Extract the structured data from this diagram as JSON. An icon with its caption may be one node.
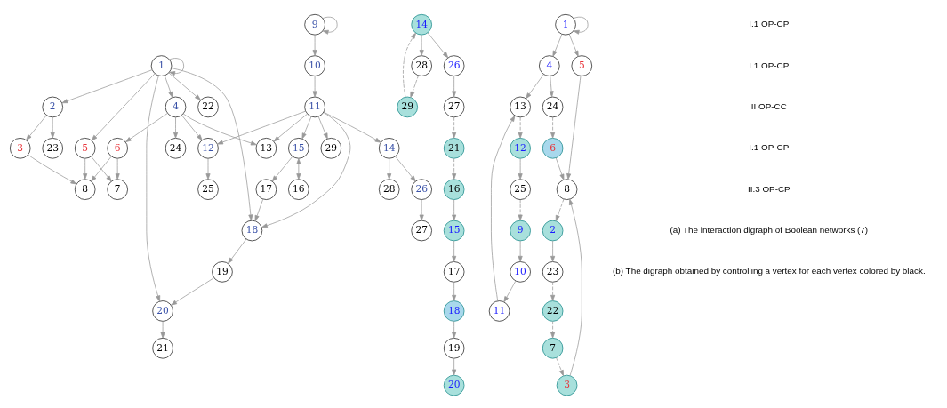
{
  "diagram": {
    "nodes": [
      {
        "text": [
          "23"
        ]
      },
      {
        "text": [
          "22"
        ]
      },
      {
        "text": [
          "7"
        ]
      },
      {
        "text": [
          "6"
        ]
      },
      {
        "text": [
          "24"
        ]
      },
      {
        "text": [
          "25"
        ]
      },
      {
        "text": [
          "9"
        ]
      },
      {
        "text": [
          "5"
        ]
      },
      {
        "text": [
          "1"
        ]
      },
      {
        "text": [
          "4"
        ]
      },
      {
        "text": [
          "12"
        ]
      },
      {
        "text": [
          "10"
        ]
      },
      {
        "text": [
          "13"
        ]
      },
      {
        "text": [
          "2"
        ]
      },
      {
        "text": [
          "8"
        ]
      },
      {
        "text": [
          "18"
        ]
      },
      {
        "text": [
          "11"
        ]
      },
      {
        "text": [
          "3"
        ]
      },
      {
        "text": [
          "17"
        ]
      },
      {
        "text": [
          "15"
        ]
      },
      {
        "text": [
          "20"
        ]
      },
      {
        "text": [
          "29"
        ]
      },
      {
        "text": [
          "19"
        ]
      },
      {
        "text": [
          "16"
        ]
      },
      {
        "text": [
          "14"
        ]
      },
      {
        "text": [
          "21"
        ]
      },
      {
        "text": [
          "27"
        ]
      },
      {
        "text": [
          "26"
        ]
      },
      {
        "text": [
          "28"
        ]
      },
      {
        "text": [
          "16"
        ]
      },
      {
        "text": [
          "8"
        ]
      },
      {
        "text": [
          "1"
        ]
      },
      {
        "text": [
          "4"
        ]
      },
      {
        "text": [
          "25"
        ]
      },
      {
        "text": [
          "9"
        ]
      },
      {
        "text": [
          "15"
        ]
      },
      {
        "text": [
          "29"
        ]
      },
      {
        "text": [
          "28"
        ]
      },
      {
        "text": [
          "2"
        ]
      },
      {
        "text": [
          "24"
        ]
      },
      {
        "text": [
          "12"
        ]
      },
      {
        "text": [
          "10"
        ]
      },
      {
        "text": [
          "14"
        ]
      },
      {
        "text": [
          "17"
        ]
      },
      {
        "text": [
          "26"
        ]
      },
      {
        "text": [
          "3"
        ]
      },
      {
        "text": [
          "23"
        ]
      },
      {
        "text": [
          "5"
        ]
      },
      {
        "text": [
          "6"
        ]
      },
      {
        "text": [
          "13"
        ]
      },
      {
        "text": [
          "11"
        ]
      },
      {
        "text": [
          "18"
        ]
      },
      {
        "text": [
          "27"
        ]
      },
      {
        "text": [
          "22"
        ]
      },
      {
        "text": [
          "19"
        ]
      },
      {
        "text": [
          "21"
        ]
      },
      {
        "text": [
          "7"
        ]
      },
      {
        "text": [
          "20"
        ]
      }
    ],
    "edges": [
      {
        "from": 8,
        "to": 8,
        "arrow": "to"
      },
      {
        "from": 8,
        "to": 7,
        "arrow": "to"
      },
      {
        "from": 8,
        "to": 9,
        "arrow": "to"
      },
      {
        "from": 8,
        "to": 1,
        "arrow": "to"
      },
      {
        "from": 8,
        "to": 13,
        "arrow": "to"
      },
      {
        "from": 8,
        "to": 20,
        "arrow": "to"
      },
      {
        "from": 8,
        "to": 15,
        "arrow": "to"
      },
      {
        "from": 7,
        "to": 2,
        "arrow": "to"
      },
      {
        "from": 7,
        "to": 14,
        "arrow": "to"
      },
      {
        "from": 13,
        "to": 0,
        "arrow": "to"
      },
      {
        "from": 3,
        "to": 2,
        "arrow": "to"
      },
      {
        "from": 3,
        "to": 14,
        "arrow": "to"
      },
      {
        "from": 9,
        "to": 3,
        "arrow": "to"
      },
      {
        "from": 9,
        "to": 4,
        "arrow": "to"
      },
      {
        "from": 9,
        "to": 10,
        "arrow": "to"
      },
      {
        "from": 9,
        "to": 12,
        "arrow": "to"
      },
      {
        "from": 10,
        "to": 5,
        "arrow": "to"
      },
      {
        "from": 6,
        "to": 6,
        "arrow": "to"
      },
      {
        "from": 6,
        "to": 11,
        "arrow": "to"
      },
      {
        "from": 11,
        "to": 16,
        "arrow": "to"
      },
      {
        "from": 16,
        "to": 10,
        "arrow": "to"
      },
      {
        "from": 16,
        "to": 12,
        "arrow": "to"
      },
      {
        "from": 16,
        "to": 15,
        "arrow": "to"
      },
      {
        "from": 16,
        "to": 19,
        "arrow": "to"
      },
      {
        "from": 16,
        "to": 24,
        "arrow": "to"
      },
      {
        "from": 16,
        "to": 21,
        "arrow": "to"
      },
      {
        "from": 13,
        "to": 17,
        "arrow": "to"
      },
      {
        "from": 17,
        "to": 14,
        "arrow": "to"
      },
      {
        "from": 15,
        "to": 22,
        "arrow": "to"
      },
      {
        "from": 18,
        "to": 15,
        "arrow": "to"
      },
      {
        "from": 19,
        "to": 18,
        "arrow": "to"
      },
      {
        "from": 19,
        "to": 23,
        "arrow": "both"
      },
      {
        "from": 22,
        "to": 20,
        "arrow": "to"
      },
      {
        "from": 20,
        "to": 25,
        "arrow": "to"
      },
      {
        "from": 24,
        "to": 27,
        "arrow": "to"
      },
      {
        "from": 24,
        "to": 28,
        "arrow": "to"
      },
      {
        "from": 27,
        "to": 26,
        "arrow": "to"
      },
      {
        "from": 30,
        "to": 38,
        "arrow": "to",
        "style": "dashed"
      },
      {
        "from": 38,
        "to": 46,
        "arrow": "to"
      },
      {
        "from": 46,
        "to": 53,
        "arrow": "to",
        "style": "dashed"
      },
      {
        "from": 53,
        "to": 56,
        "arrow": "to",
        "style": "dashed"
      },
      {
        "from": 56,
        "to": 45,
        "arrow": "to",
        "style": "dashed"
      },
      {
        "from": 45,
        "to": 30,
        "arrow": "to"
      },
      {
        "from": 31,
        "to": 31,
        "arrow": "to"
      },
      {
        "from": 31,
        "to": 32,
        "arrow": "to"
      },
      {
        "from": 31,
        "to": 47,
        "arrow": "to"
      },
      {
        "from": 47,
        "to": 30,
        "arrow": "to"
      },
      {
        "from": 48,
        "to": 30,
        "arrow": "to"
      },
      {
        "from": 32,
        "to": 39,
        "arrow": "to"
      },
      {
        "from": 39,
        "to": 48,
        "arrow": "to",
        "style": "dashed"
      },
      {
        "from": 32,
        "to": 49,
        "arrow": "to"
      },
      {
        "from": 49,
        "to": 40,
        "arrow": "to",
        "style": "dashed"
      },
      {
        "from": 40,
        "to": 33,
        "arrow": "to"
      },
      {
        "from": 33,
        "to": 34,
        "arrow": "to",
        "style": "dashed"
      },
      {
        "from": 34,
        "to": 41,
        "arrow": "to"
      },
      {
        "from": 41,
        "to": 50,
        "arrow": "to"
      },
      {
        "from": 50,
        "to": 49,
        "arrow": "to"
      },
      {
        "from": 29,
        "to": 35,
        "arrow": "to"
      },
      {
        "from": 35,
        "to": 43,
        "arrow": "to"
      },
      {
        "from": 43,
        "to": 51,
        "arrow": "to"
      },
      {
        "from": 51,
        "to": 54,
        "arrow": "to"
      },
      {
        "from": 54,
        "to": 57,
        "arrow": "to"
      },
      {
        "from": 55,
        "to": 29,
        "arrow": "to",
        "style": "dashed"
      },
      {
        "from": 37,
        "to": 36,
        "arrow": "to",
        "style": "dashed"
      },
      {
        "from": 36,
        "to": 42,
        "arrow": "to",
        "style": "dashed"
      },
      {
        "from": 42,
        "to": 37,
        "arrow": "to"
      },
      {
        "from": 42,
        "to": 44,
        "arrow": "to"
      },
      {
        "from": 44,
        "to": 52,
        "arrow": "to"
      },
      {
        "from": 52,
        "to": 55,
        "arrow": "to",
        "style": "dashed"
      }
    ],
    "labels": [
      "I.1 OP-CP",
      "I.1 OP-CP",
      "II OP-CC",
      "I.1 OP-CP",
      "II.3 OP-CP",
      "(a) The interaction digraph of Boolean networks (7)",
      "(b) The digraph obtained by controlling a vertex for each vertex colored by black."
    ]
  }
}
